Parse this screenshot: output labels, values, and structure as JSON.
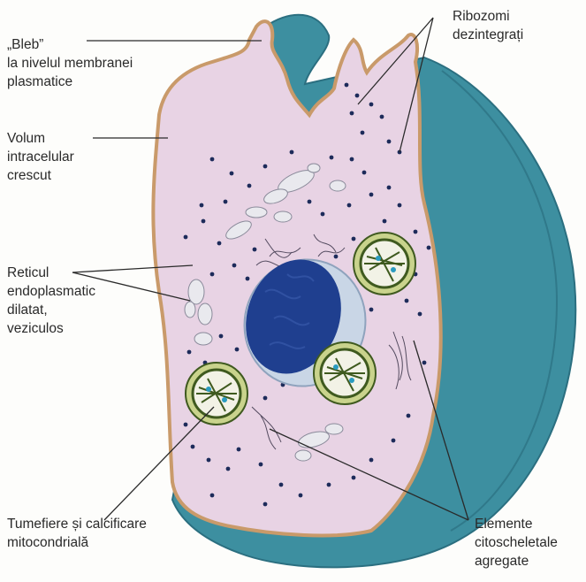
{
  "labels": {
    "bleb": [
      "„Bleb”",
      "la nivelul membranei",
      "plasmatice"
    ],
    "ribozomi": [
      "Ribozomi",
      "dezintegrați"
    ],
    "volum": [
      "Volum",
      "intracelular",
      "crescut"
    ],
    "reticul": [
      "Reticul",
      "endoplasmatic",
      "dilatat,",
      "veziculos"
    ],
    "tumefiere": [
      "Tumefiere și calcificare",
      "mitocondrială"
    ],
    "elemente": [
      "Elemente",
      "citoscheletale",
      "agregate"
    ]
  },
  "colors": {
    "cell_shell": "#3d8fa0",
    "cell_shell_dark": "#2b6f80",
    "membrane": "#c99a6a",
    "cytoplasm": "#e8d3e4",
    "nucleus": "#1f3f8f",
    "nucleus_outer": "#c9d6e6",
    "mitochondria_outer": "#c9d38c",
    "mitochondria_inner": "#3f5a1f",
    "vesicle": "#e9e9ee",
    "ribosome": "#1d2b5a",
    "line": "#2a2a2a"
  }
}
